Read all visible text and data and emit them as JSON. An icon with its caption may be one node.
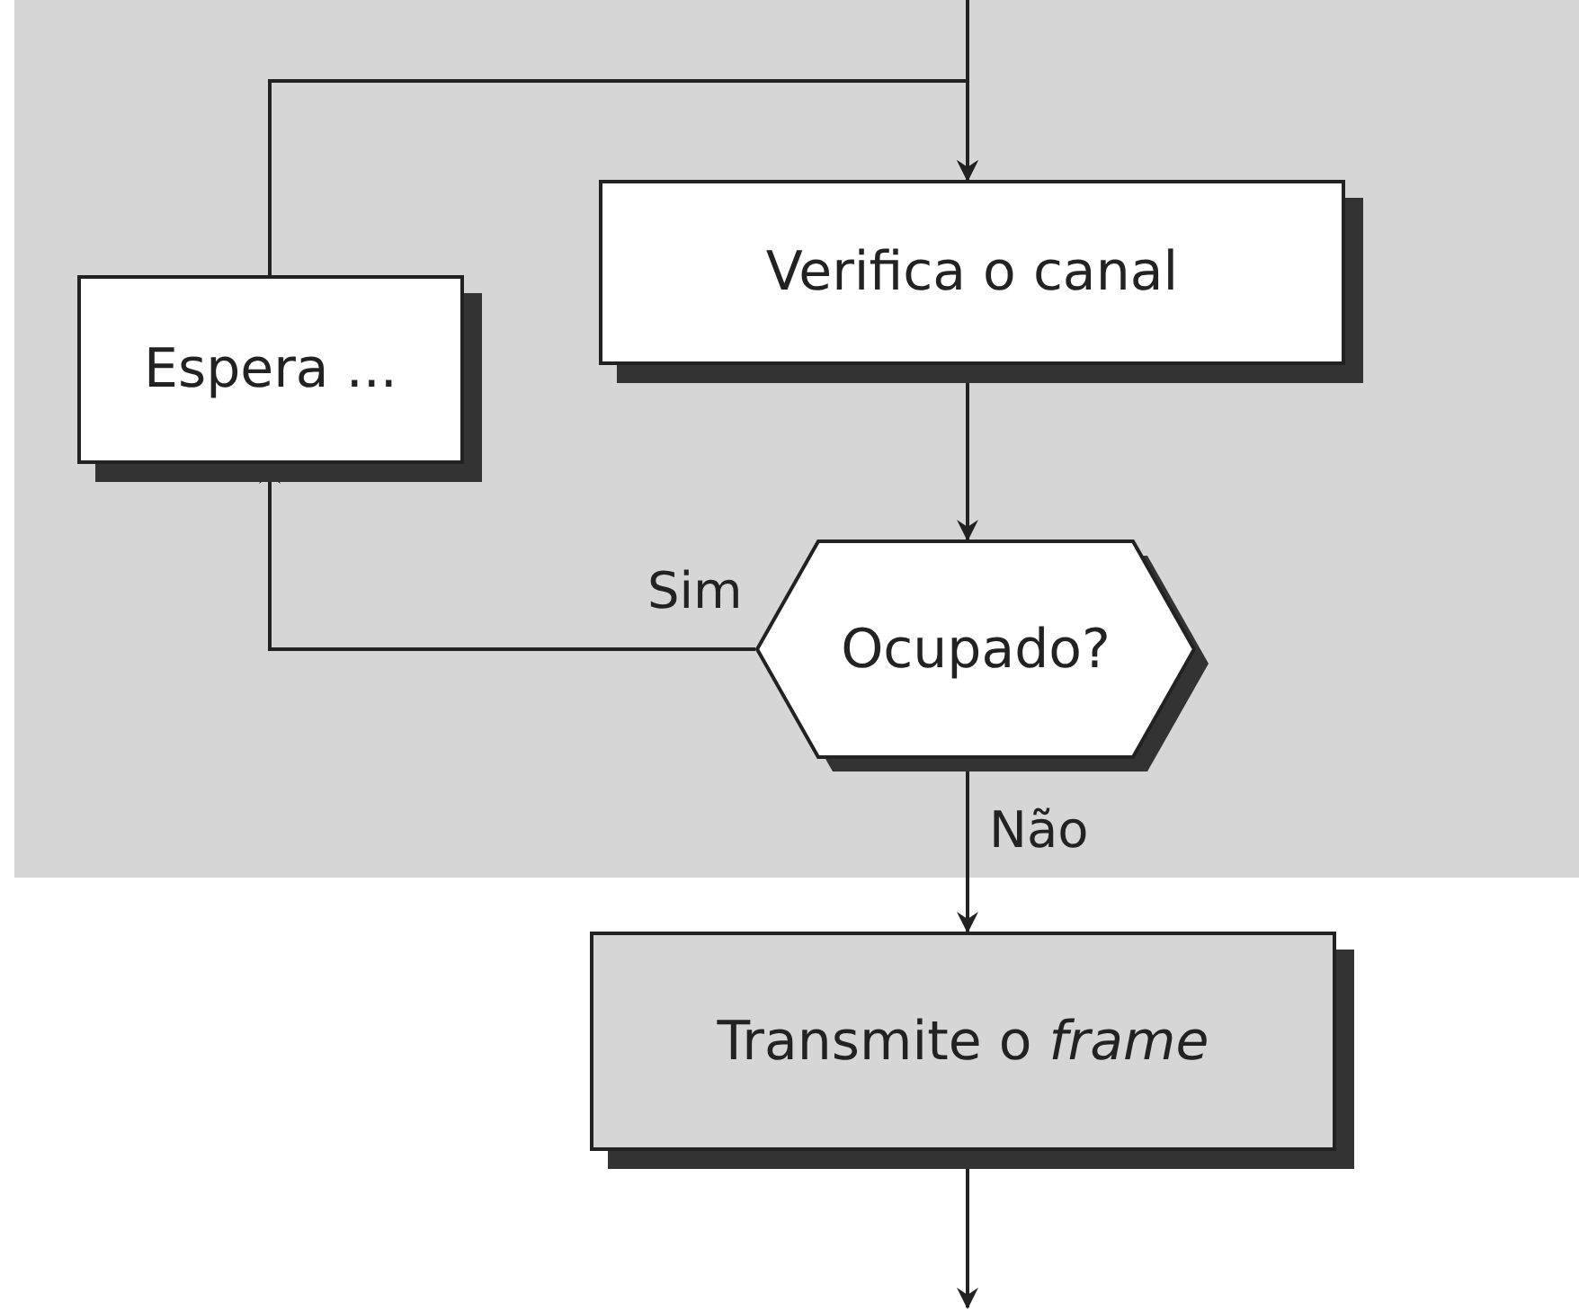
{
  "diagram": {
    "nodes": [
      {
        "text": [
          "Verifica o canal"
        ]
      },
      {
        "text": [
          "Espera ..."
        ]
      },
      {
        "text": [
          "Ocupado?"
        ]
      },
      {
        "text": [
          "Transmite o *frame*"
        ]
      }
    ],
    "edges": [
      {
        "from": null,
        "to": 0,
        "arrow": "to"
      },
      {
        "from": 0,
        "to": 2,
        "arrow": "to"
      },
      {
        "from": 2,
        "to": 1,
        "arrow": "to",
        "label": "Sim"
      },
      {
        "from": 1,
        "to": 0,
        "arrow": "to"
      },
      {
        "from": 2,
        "to": 3,
        "arrow": "to",
        "label": "Não"
      },
      {
        "from": 3,
        "to": null,
        "arrow": "to"
      }
    ]
  }
}
